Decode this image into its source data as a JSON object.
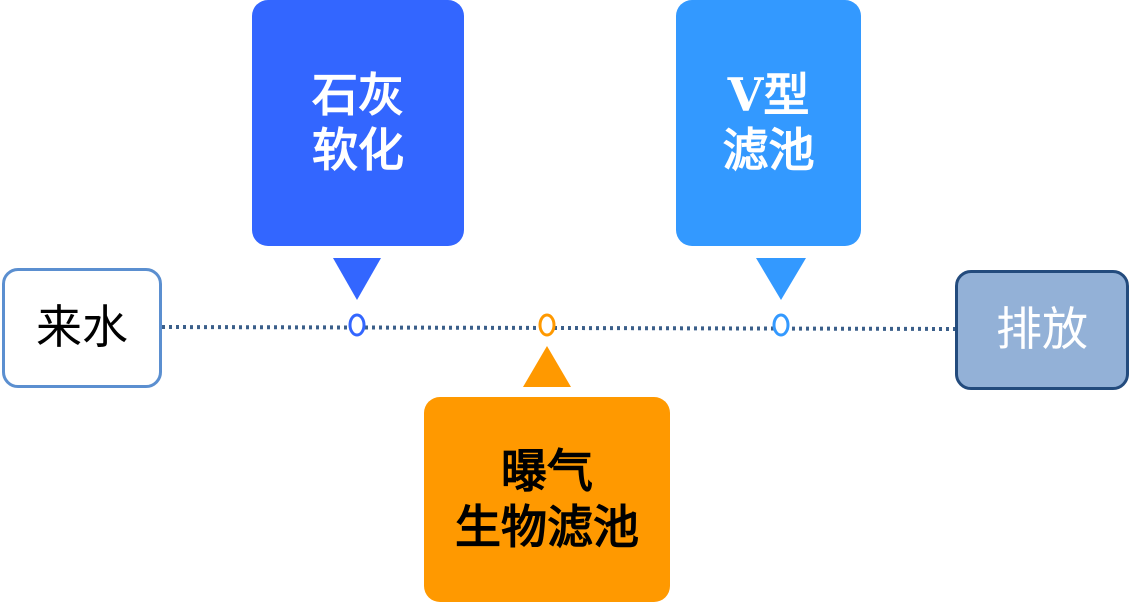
{
  "diagram": {
    "nodes": {
      "inflow": {
        "label": "来水"
      },
      "lime": {
        "line1": "石灰",
        "line2": "软化"
      },
      "baf": {
        "line1": "曝气",
        "line2": "生物滤池"
      },
      "vfilter": {
        "line1": "V型",
        "line2": "滤池"
      },
      "discharge": {
        "label": "排放"
      }
    },
    "colors": {
      "line": "#3b5f8a",
      "lime": "#3366ff",
      "vfilter": "#3399ff",
      "baf": "#ff9900",
      "inflow_border": "#5b8fd0",
      "discharge_fill": "#93b1d7",
      "discharge_border": "#234b7d"
    }
  }
}
